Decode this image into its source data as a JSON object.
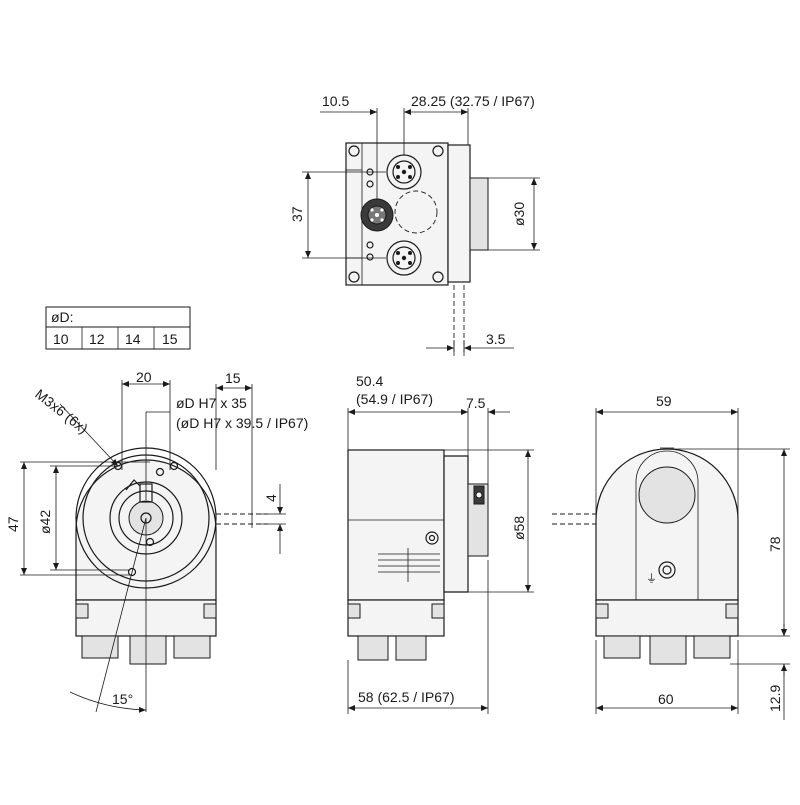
{
  "dims": {
    "top_width_left": "10.5",
    "top_width_right": "28.25 (32.75 / IP67)",
    "top_height": "37",
    "top_shaft_dia": "ø30",
    "top_shaft_offset": "3.5",
    "front_width": "20",
    "front_shaft_len": "15",
    "front_bore_1": "øD H7 x 35",
    "front_bore_2": "(øD H7 x 39.5 / IP67)",
    "front_screws": "M3x6 (6x)",
    "front_height": "47",
    "front_pcd": "ø42",
    "front_key": "4",
    "front_angle": "15°",
    "side_len_1": "50.4",
    "side_len_2": "(54.9 / IP67)",
    "side_flange": "7.5",
    "side_dia": "ø58",
    "side_total": "58 (62.5 / IP67)",
    "right_width_top": "59",
    "right_width_bottom": "60",
    "right_height": "78",
    "right_conn_height": "12.9"
  },
  "bore_table": {
    "header": "øD:",
    "values": [
      "10",
      "12",
      "14",
      "15"
    ]
  }
}
